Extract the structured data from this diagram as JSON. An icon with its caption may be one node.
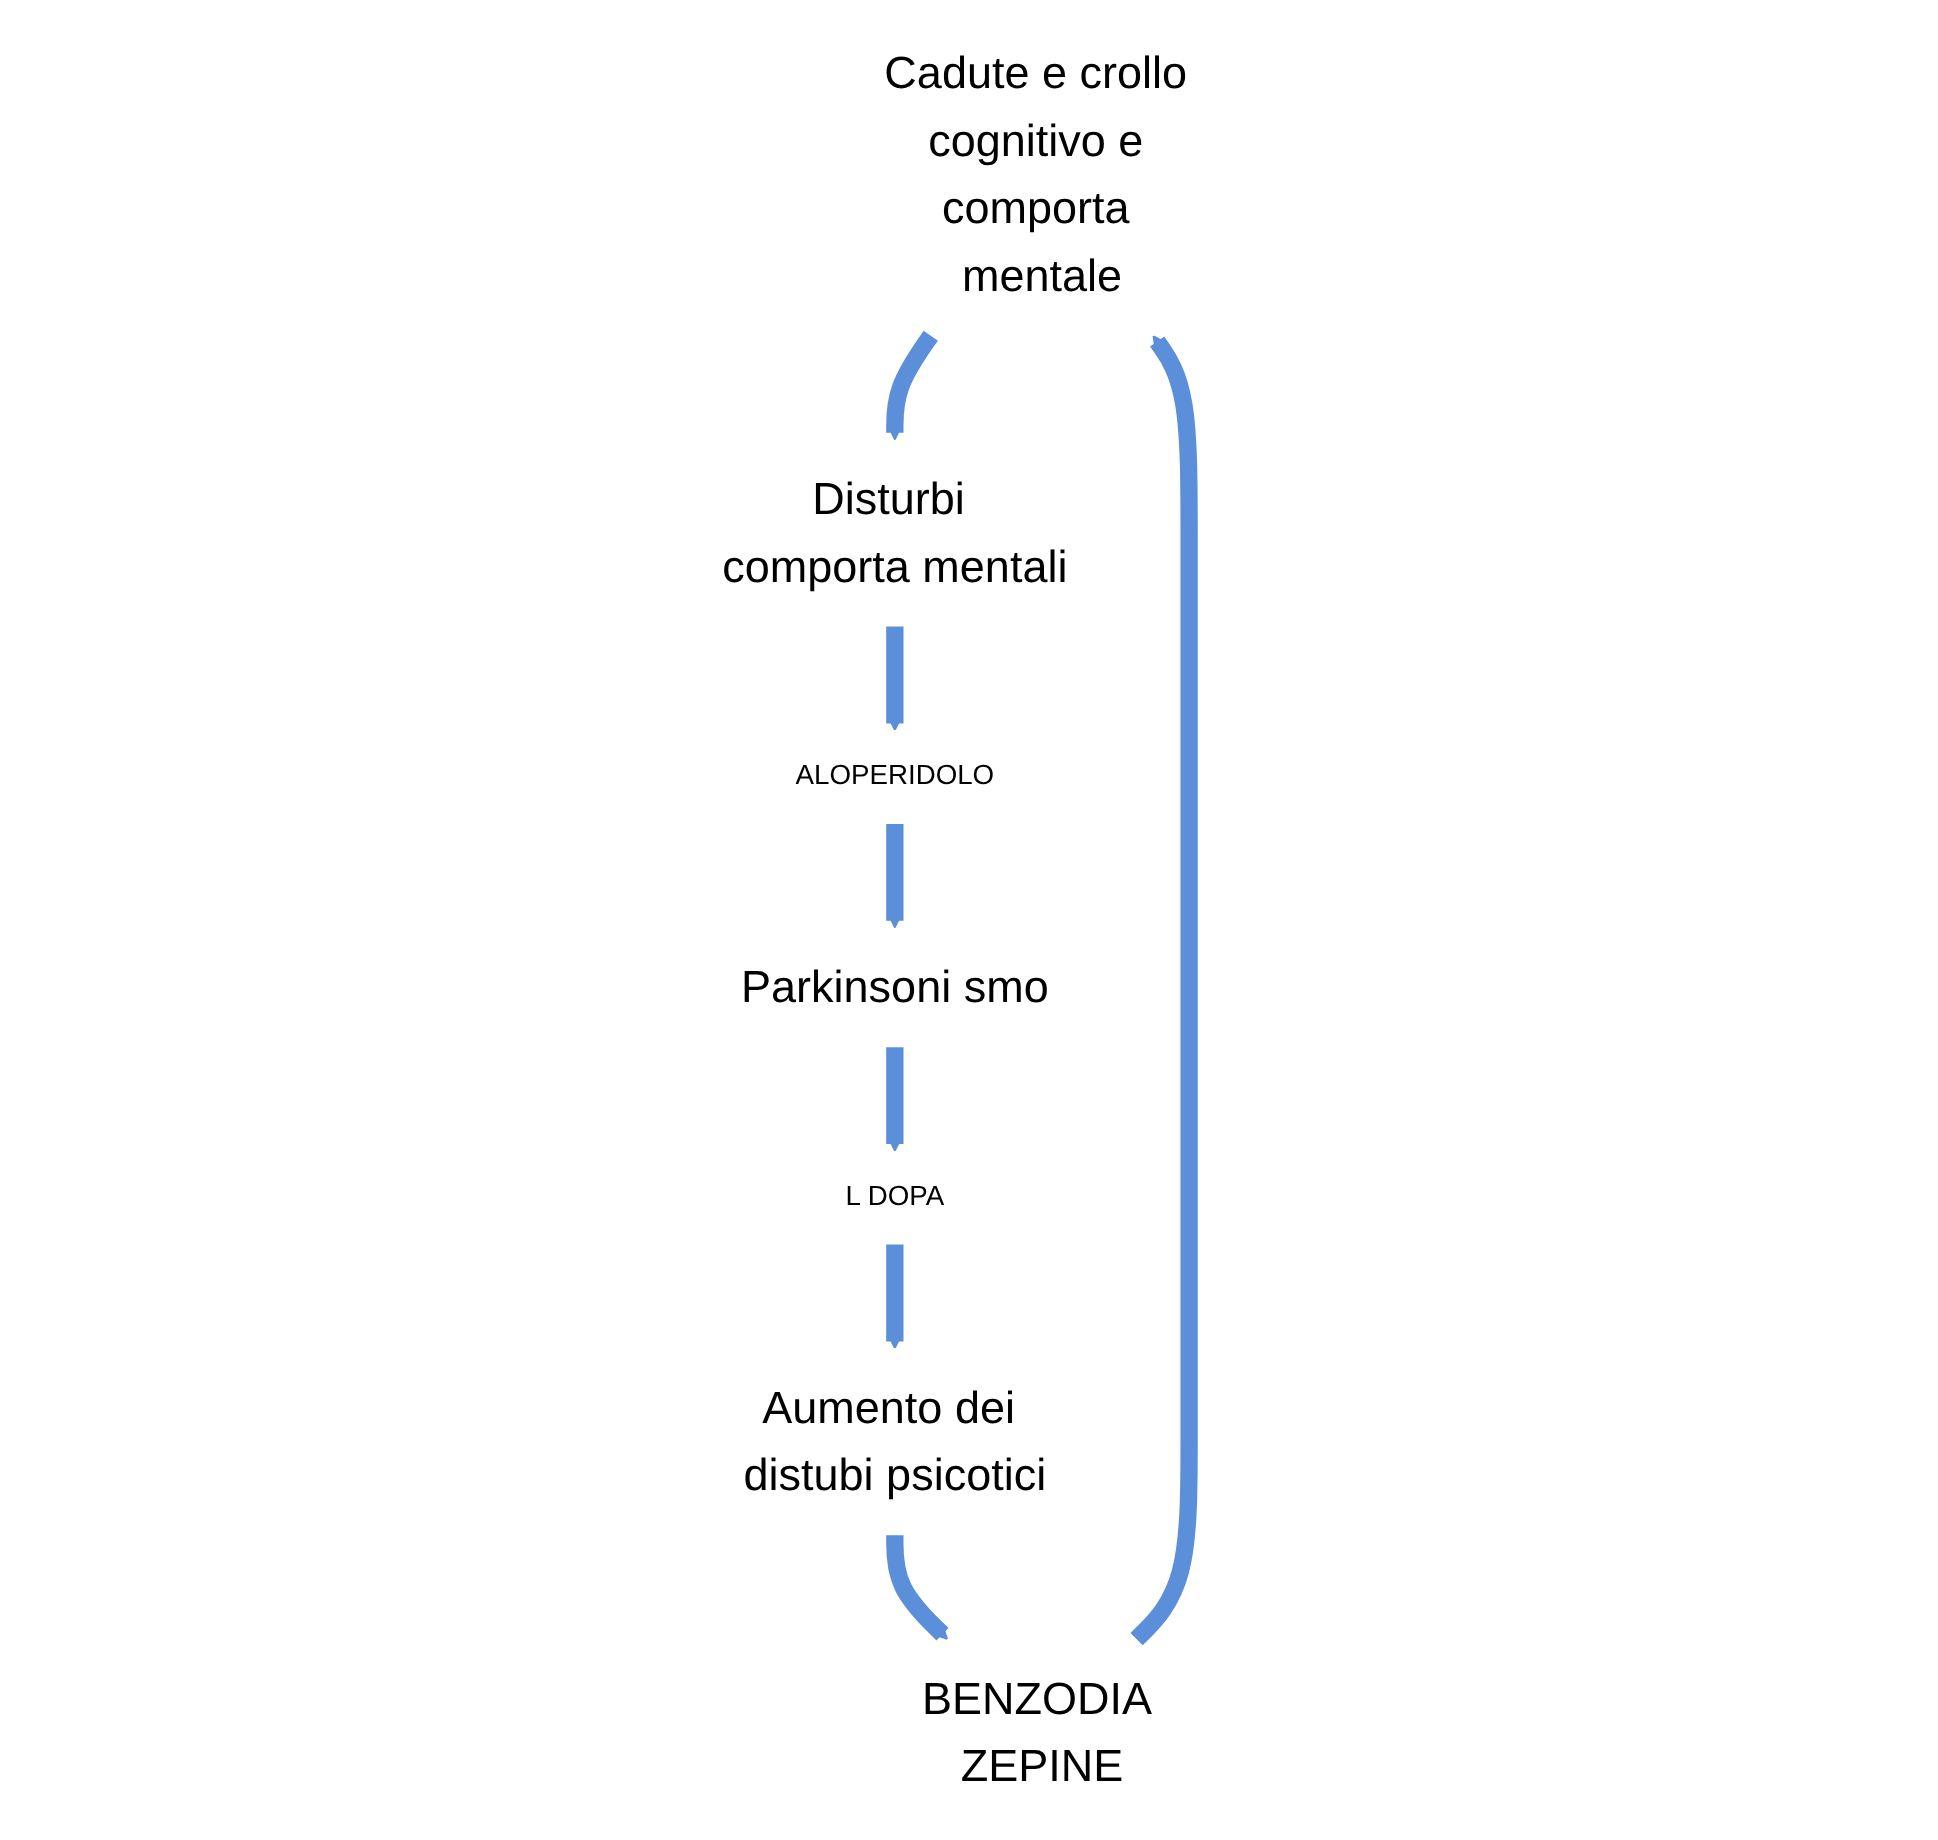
{
  "diagram": {
    "nodes": [
      {
        "text": [
          "Cadute e crollo cognitivo e comporta mentale"
        ]
      },
      {
        "text": [
          "Disturbi comporta mentali"
        ]
      },
      {
        "text": [
          "ALOPERIDOLO"
        ]
      },
      {
        "text": [
          "Parkinsoni smo"
        ]
      },
      {
        "text": [
          "L DOPA"
        ]
      },
      {
        "text": [
          "Aumento dei distubi psicotici"
        ]
      },
      {
        "text": [
          "BENZODIA ZEPINE"
        ]
      }
    ],
    "edges": [
      {
        "from": 0,
        "to": 1,
        "arrow": "to"
      },
      {
        "from": 1,
        "to": 2,
        "arrow": "to"
      },
      {
        "from": 2,
        "to": 3,
        "arrow": "to"
      },
      {
        "from": 3,
        "to": 4,
        "arrow": "to"
      },
      {
        "from": 4,
        "to": 5,
        "arrow": "to"
      },
      {
        "from": 5,
        "to": 6,
        "arrow": "to"
      },
      {
        "from": 6,
        "to": 0,
        "arrow": "to"
      }
    ]
  }
}
